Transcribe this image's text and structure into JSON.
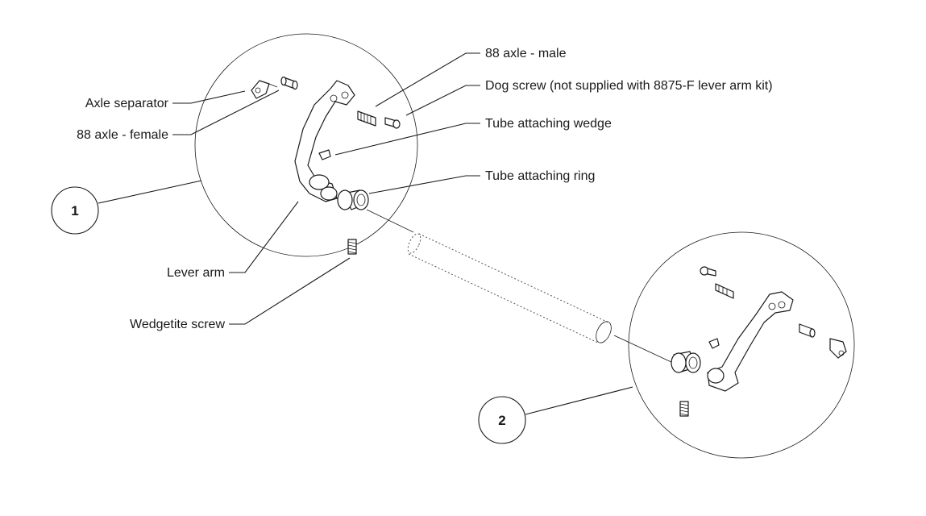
{
  "labels": {
    "axle_separator": "Axle separator",
    "axle_female": "88 axle - female",
    "axle_male": "88 axle - male",
    "dog_screw": "Dog screw (not supplied with 8875-F lever arm kit)",
    "tube_wedge": "Tube attaching wedge",
    "tube_ring": "Tube attaching ring",
    "lever_arm": "Lever arm",
    "wedgetite_screw": "Wedgetite screw"
  },
  "callouts": {
    "detail_1": "1",
    "detail_2": "2"
  }
}
